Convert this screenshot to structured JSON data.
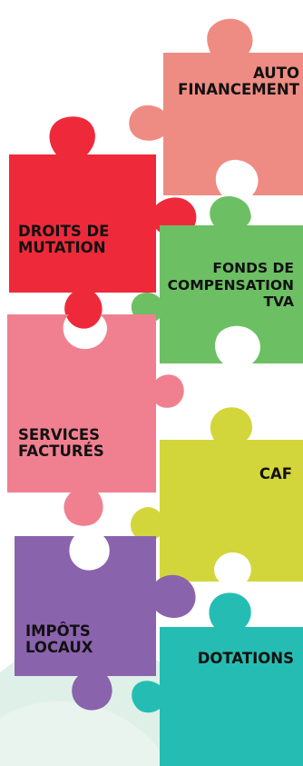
{
  "pieces": [
    {
      "id": "auto-financement",
      "lines": [
        "AUTO",
        "FINANCEMENT"
      ],
      "color": "#ee8c83"
    },
    {
      "id": "droits-de-mutation",
      "lines": [
        "DROITS DE",
        "MUTATION"
      ],
      "color": "#ee2a3a"
    },
    {
      "id": "fonds-de-compensation-tva",
      "lines": [
        "FONDS DE",
        "COMPENSATION",
        "TVA"
      ],
      "color": "#6cbf63"
    },
    {
      "id": "services-factures",
      "lines": [
        "SERVICES",
        "FACTURÉS"
      ],
      "color": "#f08090"
    },
    {
      "id": "caf",
      "lines": [
        "CAF"
      ],
      "color": "#d2d63a"
    },
    {
      "id": "impots-locaux",
      "lines": [
        "IMPÔTS",
        "LOCAUX"
      ],
      "color": "#8a63ad"
    },
    {
      "id": "dotations",
      "lines": [
        "DOTATIONS"
      ],
      "color": "#25bdb3"
    }
  ],
  "background": {
    "wash_colors": [
      "#dff0e8",
      "#eaf4ee",
      "#f4e6ea"
    ]
  }
}
